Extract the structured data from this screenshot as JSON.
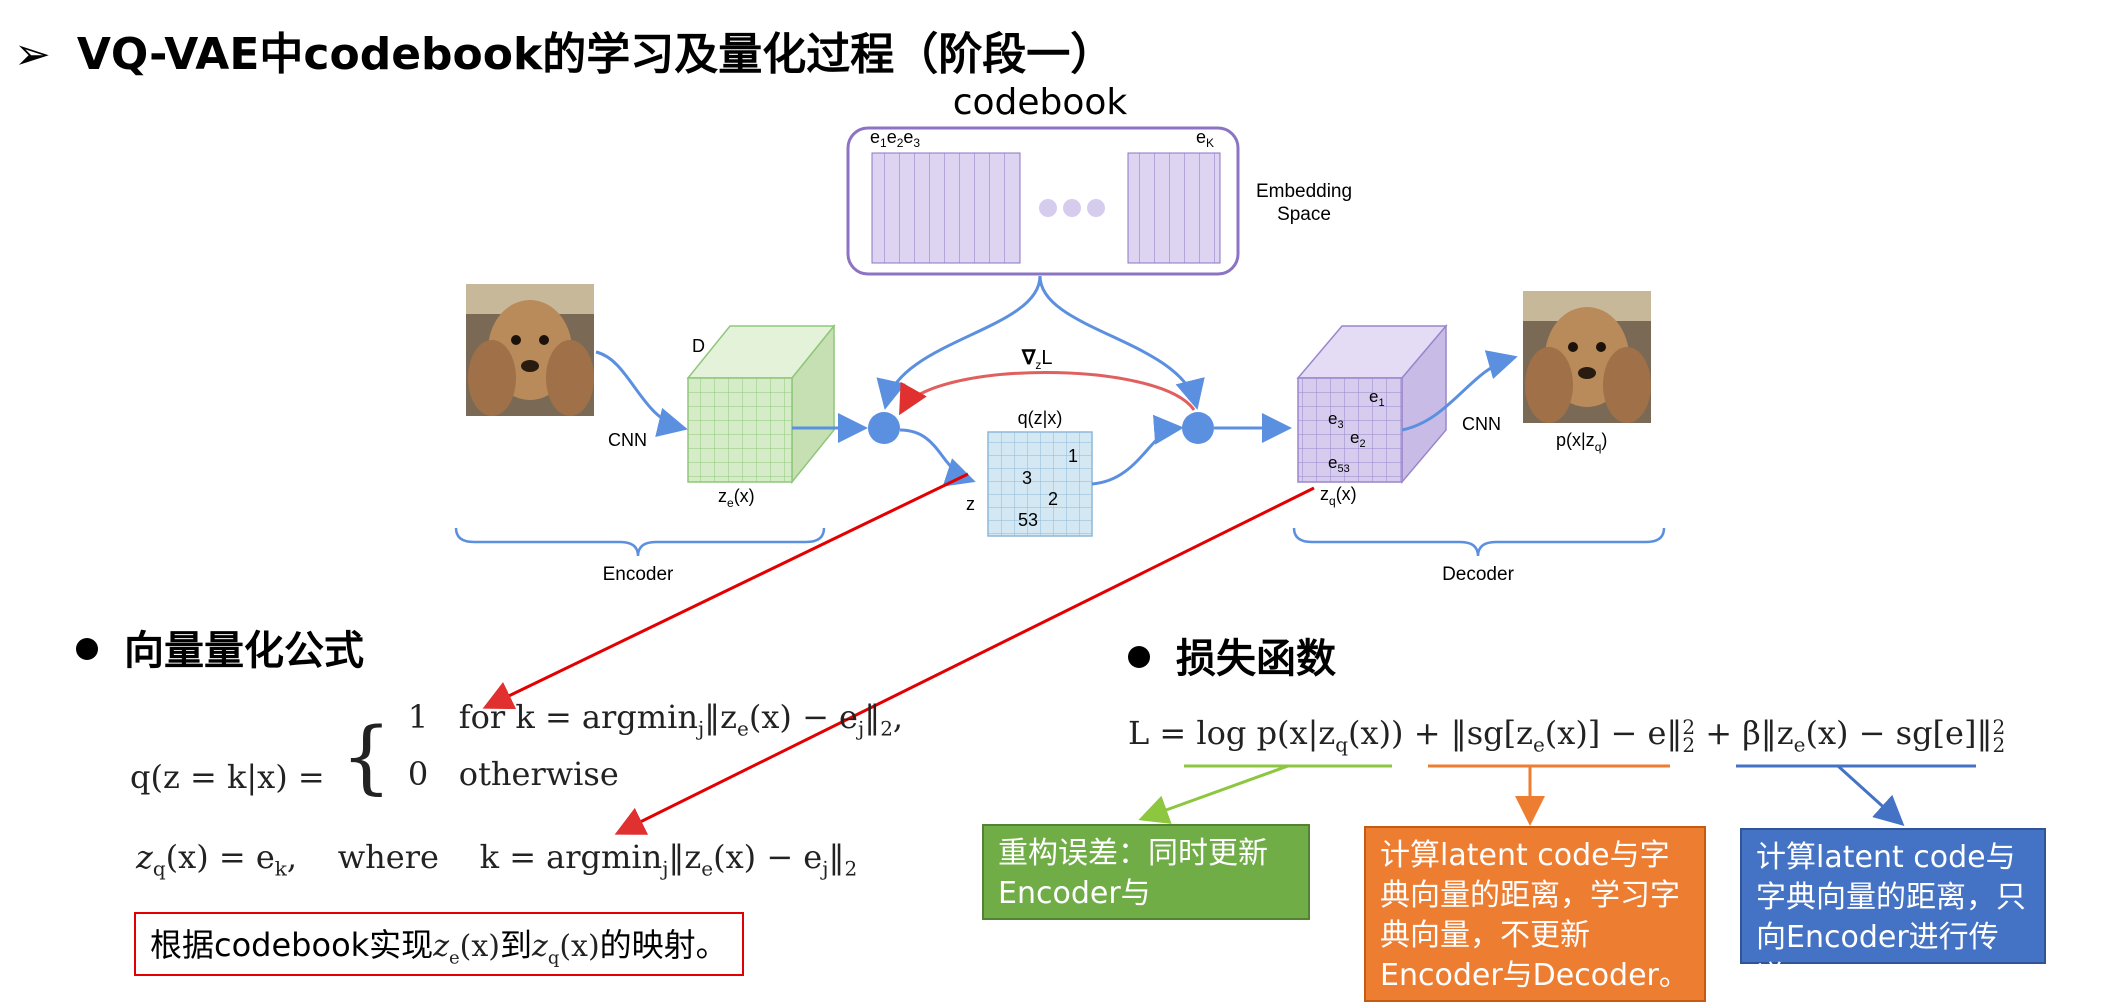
{
  "title": {
    "arrow": "➢",
    "text": "VQ-VAE中codebook的学习及量化过程（阶段一）"
  },
  "diagram": {
    "codebook_label": "codebook",
    "embedding_space_label": [
      "Embedding",
      "Space"
    ],
    "e1": "e",
    "e1_sub": "1",
    "e2": "e",
    "e2_sub": "2",
    "e3": "e",
    "e3_sub": "3",
    "eK": "e",
    "eK_sub": "K",
    "D_label": "D",
    "cnn_left": "CNN",
    "cnn_right": "CNN",
    "ze_label": "z",
    "ze_sub": "e",
    "ze_tail": "(x)",
    "zq_label": "z",
    "zq_sub": "q",
    "zq_tail": "(x)",
    "grad_label": "∇",
    "grad_sub": "z",
    "grad_tail": "L",
    "qzx_label": "q(z|x)",
    "z_label": "z",
    "grid_numbers": [
      "1",
      "3",
      "2",
      "53"
    ],
    "decoder_cells": {
      "e1": "e",
      "e1_sub": "1",
      "e3": "e",
      "e3_sub": "3",
      "e2": "e",
      "e2_sub": "2",
      "e53": "e",
      "e53_sub": "53"
    },
    "pxzq_label": "p(x|z",
    "pxzq_sub": "q",
    "pxzq_tail": ")",
    "encoder_label": "Encoder",
    "decoder_label": "Decoder",
    "colors": {
      "blue_arrow": "#5b8fe0",
      "red_arrow": "#e03030",
      "purple_border": "#8c73c4",
      "cube_green": "#d6ecc8",
      "cube_purple": "#d6ccee",
      "grid_blue": "#d4e8f4"
    }
  },
  "left_section": {
    "heading": "向量量化公式",
    "formula1": {
      "lhs": "q(z = k|x) =",
      "case1_val": "1",
      "case1_cond": "for  k = argmin",
      "case1_sub": "j",
      "case1_rest": "‖z",
      "case1_sub2": "e",
      "case1_rest2": "(x) − e",
      "case1_sub3": "j",
      "case1_rest3": "‖",
      "case1_sub4": "2",
      "case1_end": ",",
      "case2_val": "0",
      "case2_cond": "otherwise"
    },
    "formula2": {
      "z": "z",
      "zsub": "q",
      "lhs_rest": "(x) = e",
      "esub": "k",
      "where": ",    where    k = argmin",
      "jsub": "j",
      "norm": "‖z",
      "esub2": "e",
      "rest": "(x) − e",
      "jsub2": "j",
      "close": "‖",
      "two": "2"
    },
    "note": {
      "pre": "根据codebook实现",
      "z1": "z",
      "z1sub": "e",
      "z1tail": "(x)",
      "mid": "到",
      "z2": "z",
      "z2sub": "q",
      "z2tail": "(x)",
      "post": "的映射。"
    }
  },
  "right_section": {
    "heading": "损失函数",
    "loss_formula": {
      "p1": "L = log p(x|z",
      "s1": "q",
      "p2": "(x)) + ‖sg[z",
      "s2": "e",
      "p3": "(x)] − e‖",
      "sup1": "2",
      "sub1": "2",
      "p4": " + β‖z",
      "s3": "e",
      "p5": "(x) − sg[e]‖",
      "sup2": "2",
      "sub2": "2"
    },
    "boxes": [
      {
        "text": "重构误差：同时更新Encoder与Decoder。",
        "color": "#70ad47"
      },
      {
        "text": "计算latent code与字典向量的距离，学习字典向量，不更新Encoder与Decoder。",
        "color": "#ed7d31"
      },
      {
        "text": "计算latent code与字典向量的距离，只向Encoder进行传递。",
        "color": "#4472c4"
      }
    ]
  }
}
